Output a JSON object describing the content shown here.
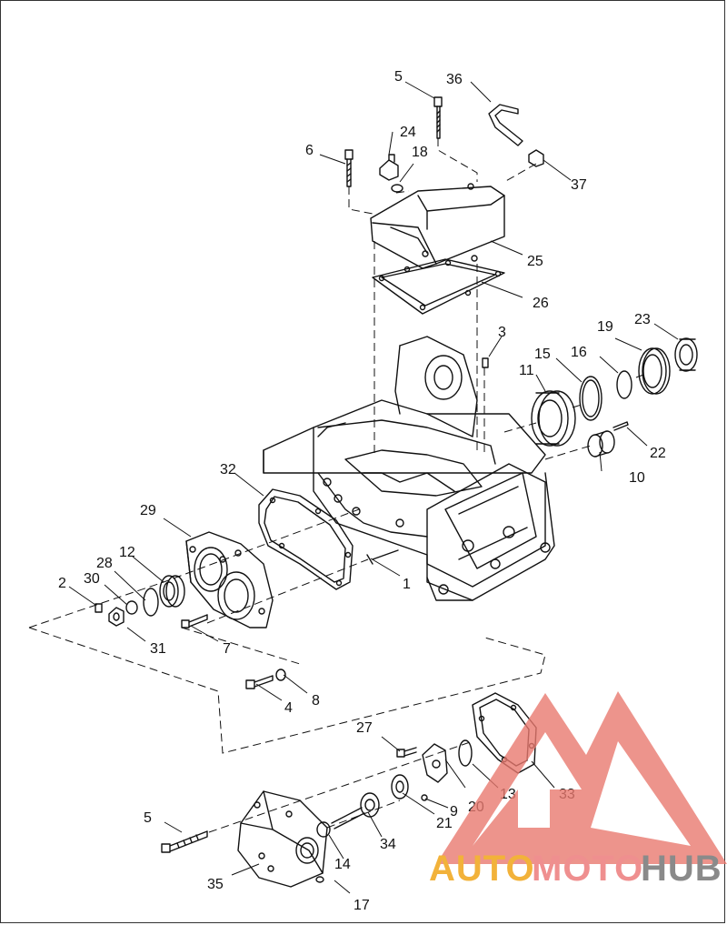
{
  "labels": [
    "1",
    "2",
    "3",
    "4",
    "5",
    "5",
    "6",
    "7",
    "8",
    "9",
    "10",
    "11",
    "12",
    "13",
    "14",
    "15",
    "16",
    "17",
    "18",
    "19",
    "20",
    "21",
    "22",
    "23",
    "24",
    "25",
    "26",
    "27",
    "28",
    "29",
    "30",
    "31",
    "32",
    "33",
    "34",
    "35",
    "36",
    "37"
  ],
  "watermark": {
    "part1": "AUTO",
    "part2": "MOTO",
    "part3": "HUB",
    "colors": {
      "gold": "#f2b23a",
      "pink": "#ef8f8f",
      "gray": "#8a8a8a",
      "logo": "#e8796f"
    }
  }
}
